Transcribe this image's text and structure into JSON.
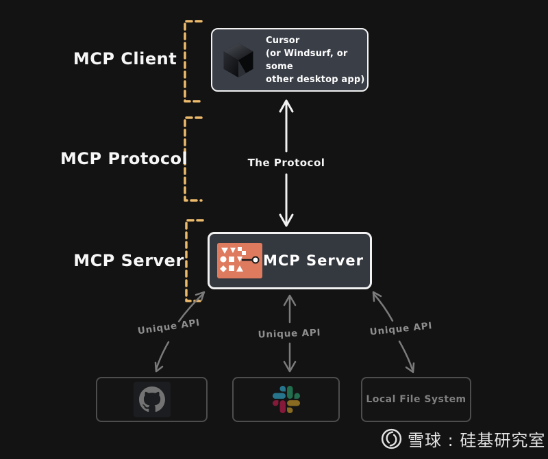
{
  "canvas": {
    "background": "#131313",
    "bracket_color": "#edbb6c",
    "white_arrow_color": "#f2f2f2",
    "gray_arrow_color": "#7b7b7b",
    "box_border_color": "#f2f2f2",
    "node_fill_color": "#3a3e47"
  },
  "side_labels": {
    "client": "MCP Client",
    "protocol": "MCP Protocol",
    "server": "MCP Server"
  },
  "client_box": {
    "icon": "cursor-cube-icon",
    "title": "Cursor",
    "subtitle_line1": "(or Windsurf, or some",
    "subtitle_line2": "other desktop app)"
  },
  "protocol_link": {
    "label": "The Protocol"
  },
  "server_box": {
    "icon": "mcp-logo-icon",
    "icon_color": "#de7a5e",
    "label": "MCP Server"
  },
  "api_links": [
    {
      "label": "Unique API"
    },
    {
      "label": "Unique API"
    },
    {
      "label": "Unique API"
    }
  ],
  "integrations": {
    "github": {
      "icon": "github-icon"
    },
    "slack": {
      "icon": "slack-icon"
    },
    "local_file_system": {
      "label": "Local File System"
    }
  },
  "watermark": {
    "logo": "xueqiu-snowball-icon",
    "text": "雪球 : 硅基研究室"
  }
}
